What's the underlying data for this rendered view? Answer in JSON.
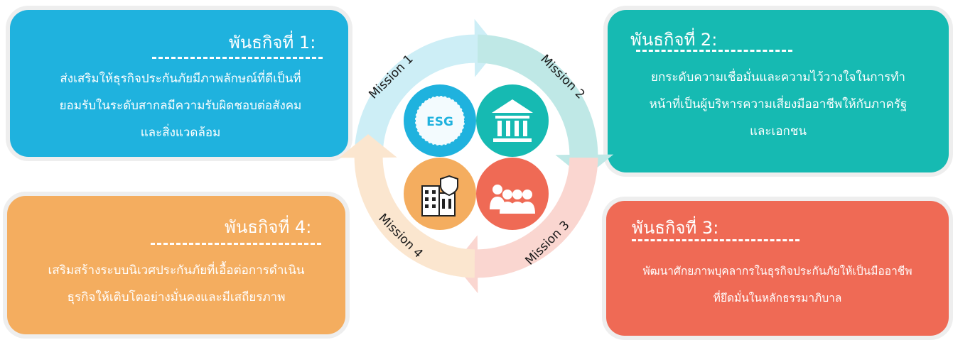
{
  "missions": [
    {
      "title": "พันธกิจที่ 1:",
      "lines": [
        "ส่งเสริมให้ธุรกิจประกันภัยมีภาพลักษณ์ที่ดีเป็นที่",
        "ยอมรับในระดับสากลมีความรับผิดชอบต่อสังคม",
        "และสิ่งแวดล้อม"
      ],
      "color": "#1fb2de"
    },
    {
      "title": "พันธกิจที่ 2:",
      "lines": [
        "ยกระดับความเชื่อมั่นและความไว้วางใจในการทำ",
        "หน้าที่เป็นผู้บริหารความเสี่ยงมืออาชีพให้กับภาครัฐ",
        "และเอกชน"
      ],
      "color": "#16bab2"
    },
    {
      "title": "พันธกิจที่ 3:",
      "lines": [
        "พัฒนาศักยภาพบุคลากรในธุรกิจประกันภัยให้เป็นมืออาชีพ",
        "ที่ยึดมั่นในหลักธรรมาภิบาล"
      ],
      "color": "#ef6a55"
    },
    {
      "title": "พันธกิจที่ 4:",
      "lines": [
        "เสริมสร้างระบบนิเวศประกันภัยที่เอื้อต่อการดำเนิน",
        "ธุรกิจให้เติบโตอย่างมั่นคงและมีเสถียรภาพ"
      ],
      "color": "#f4ad5f"
    }
  ],
  "cycle": {
    "labels": [
      "Mission 1",
      "Mission 2",
      "Mission 3",
      "Mission 4"
    ],
    "esg_text": "ESG",
    "icons": [
      "esg-globe-icon",
      "bank-building-icon",
      "people-group-icon",
      "secure-building-icon"
    ],
    "arrow_colors": [
      "#cdeef6",
      "#bfe8e6",
      "#fad6d0",
      "#fbe6cf"
    ],
    "circle_colors": [
      "#1fb2de",
      "#16bab2",
      "#ef6a55",
      "#f4ad5f"
    ]
  }
}
